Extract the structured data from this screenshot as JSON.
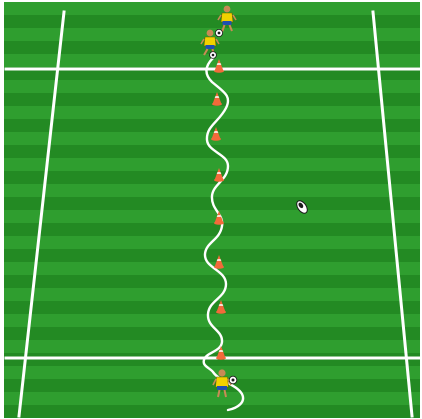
{
  "scene": {
    "kind": "soccer-dribbling-drill-diagram",
    "pitch": {
      "stripe_light": "#2f9e2f",
      "stripe_dark": "#238a23",
      "line_color": "#ffffff"
    },
    "cones": {
      "count": 8,
      "color": "#f26a3a",
      "highlight": "#fbe1d4"
    },
    "players": {
      "count": 3,
      "shirt_color": "#f2d200",
      "shorts_color": "#1f4fb0",
      "skin_color": "#c98a55"
    },
    "dribble_path": {
      "color": "#ffffff",
      "style": "zig-zag between cones"
    },
    "loose_ball": {
      "count": 1,
      "color": "#ffffff"
    }
  }
}
